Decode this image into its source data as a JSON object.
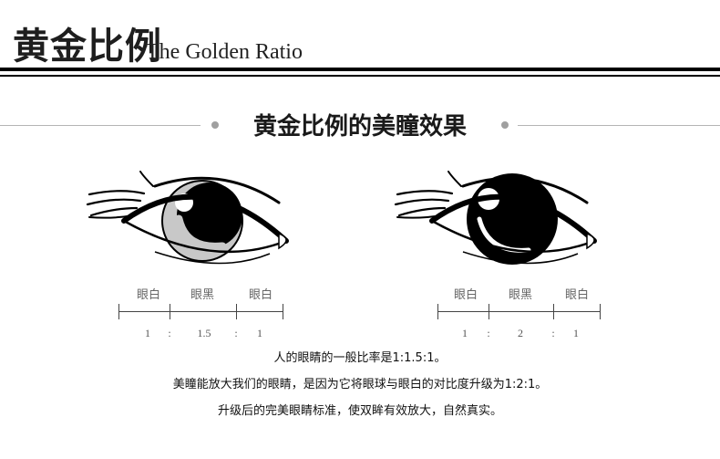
{
  "header": {
    "title_cn": "黄金比例",
    "title_en": "The Golden Ratio"
  },
  "section": {
    "title": "黄金比例的美瞳效果"
  },
  "comparison": {
    "left": {
      "labels": [
        "眼白",
        "眼黑",
        "眼白"
      ],
      "ratio": [
        "1",
        ":",
        "1.5",
        ":",
        "1"
      ]
    },
    "right": {
      "labels": [
        "眼白",
        "眼黑",
        "眼白"
      ],
      "ratio": [
        "1",
        ":",
        "2",
        ":",
        "1"
      ]
    }
  },
  "captions": [
    "人的眼睛的一般比率是1:1.5:1。",
    "美瞳能放大我们的眼睛，是因为它将眼球与眼白的对比度升级为1:2:1。",
    "升级后的完美眼睛标准，使双眸有效放大，自然真实。"
  ],
  "colors": {
    "ink": "#000000",
    "divider": "#b5b5b5",
    "scale_text": "#666666"
  }
}
